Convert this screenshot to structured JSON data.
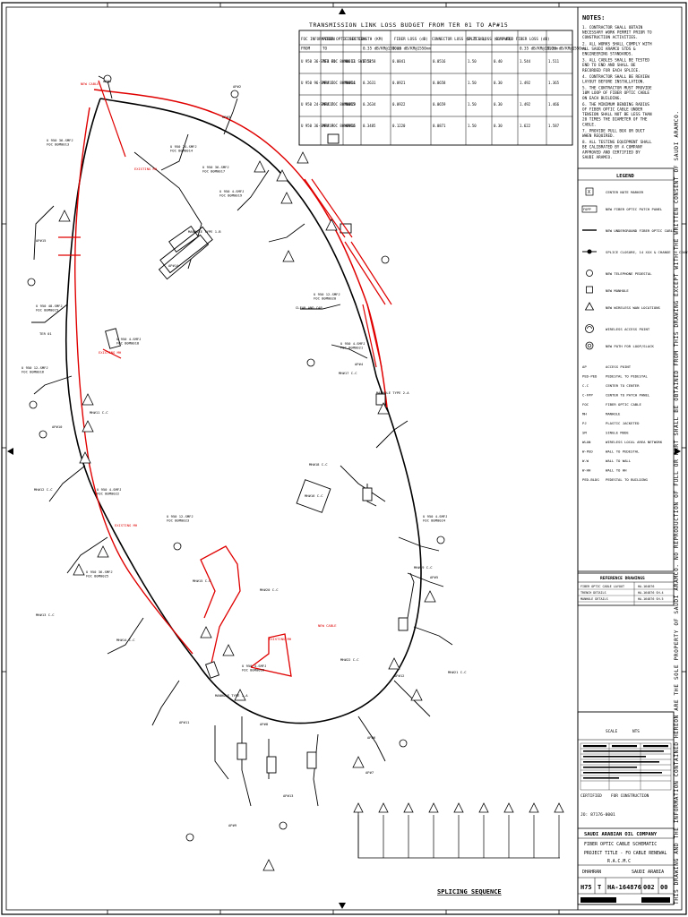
{
  "budget": {
    "title": "TRANSMISSION LINK LOSS BUDGET FROM TER 01 TO AP#15",
    "headers": [
      "FOC INFORMATION",
      "FIBER OPTIC SECTION",
      "FIBER LENGTH (KM)",
      "FIBER LOSS (dB)",
      "CONNECTOR LOSS (0.75 dB)",
      "SPLICE LOSS (0.1 dB)",
      "COMPUTED FIBER LOSS (dB)"
    ],
    "subheaders": [
      "FROM",
      "TO",
      "0.35 dB/KM@1310nm",
      "0.25 dB/KM@1550nm",
      "0.35 dB/KM@1310nm",
      "0.25 dB/KM@1550nm"
    ],
    "rows": [
      [
        "U 950 36-SMFJ FOC 80M0013",
        "TER 01",
        "HH 11 SWITCH",
        "0.5258",
        "0.0841",
        "0.0516",
        "1.50",
        "0.40",
        "1.544",
        "1.511"
      ],
      [
        "U 950 96-SMFJ FOC 80M0014",
        "MH#11",
        "MH#11",
        "0.2631",
        "0.0921",
        "0.0658",
        "1.50",
        "0.30",
        "1.492",
        "1.365"
      ],
      [
        "U 950 24-SMFJ FOC 80M0015",
        "MH#22",
        "MH#19",
        "0.2634",
        "0.0922",
        "0.0659",
        "1.50",
        "0.30",
        "1.492",
        "1.466"
      ],
      [
        "U 950 36-SMFJ FOC 80M0016",
        "MH#19",
        "AP#15",
        "0.3485",
        "0.1220",
        "0.0871",
        "1.50",
        "0.30",
        "1.622",
        "1.587"
      ]
    ]
  },
  "notes": {
    "title": "NOTES:",
    "items": [
      "1. CONTRACTOR SHALL OBTAIN NECESSARY WORK PERMIT PRIOR TO CONSTRUCTION ACTIVITIES.",
      "2. ALL WORKS SHALL COMPLY WITH ALL SAUDI ARAMCO STDS & ENGINEERING STANDARDS.",
      "3. ALL CABLES SHALL BE TESTED END TO END AND SHALL BE RECORDED FOR EACH SPLICE.",
      "4. CONTRACTOR SHALL BE REVIEW LAYOUT BEFORE INSTALLATION.",
      "5. THE CONTRACTOR MUST PROVIDE 10M LOOP OF FIBER OPTIC CABLE ON EACH BUILDING.",
      "6. THE MINIMUM BENDING RADIUS OF FIBER OPTIC CABLE UNDER TENSION SHALL NOT BE LESS THAN 20 TIMES THE DIAMETER OF THE CABLE.",
      "7. PROVIDE PULL BOX OR DUCT WHEN REQUIRED.",
      "8. ALL TESTING EQUIPMENT SHALL BE CALIBRATED BY A COMPANY APPROVED AND CERTIFIED BY SAUDI ARAMCO."
    ]
  },
  "legend": {
    "title": "LEGEND",
    "items": [
      {
        "sym": "X",
        "text": "CENTER NOTE MARKER"
      },
      {
        "sym": "FOPP",
        "text": "NEW FIBER OPTIC PATCH PANEL"
      },
      {
        "sym": "line",
        "text": "NEW UNDERGROUND FIBER OPTIC CABLE"
      },
      {
        "sym": "splice",
        "text": "SPLICE CLOSURE, 14 XXX & CHANGE IN COUNT"
      },
      {
        "sym": "circle",
        "text": "NEW TELEPHONE PEDESTAL"
      },
      {
        "sym": "square",
        "text": "NEW MANHOLE"
      },
      {
        "sym": "tri",
        "text": "NEW WIRELESS WAN LOCATIONS"
      },
      {
        "sym": "ap",
        "text": "WIRELESS ACCESS POINT"
      },
      {
        "sym": "loop",
        "text": "NEW PATH FOR LOOP/SLACK"
      }
    ],
    "abbr": [
      [
        "AP",
        "ACCESS POINT"
      ],
      [
        "PED-PED",
        "PEDESTAL TO PEDESTAL"
      ],
      [
        "C-C",
        "CENTER TO CENTER"
      ],
      [
        "C-FPP",
        "CENTER TO PATCH PANEL"
      ],
      [
        "FOC",
        "FIBER OPTIC CABLE"
      ],
      [
        "MH",
        "MANHOLE"
      ],
      [
        "PJ",
        "PLASTIC JACKETED"
      ],
      [
        "SM",
        "SINGLE MODE"
      ],
      [
        "WLAN",
        "WIRELESS LOCAL AREA NETWORK"
      ],
      [
        "W-PED",
        "WALL TO PEDESTAL"
      ],
      [
        "W-W",
        "WALL TO WALL"
      ],
      [
        "W-HH",
        "WALL TO HH"
      ],
      [
        "PED-BLDG",
        "PEDESTAL TO BUILDING"
      ]
    ]
  },
  "references": {
    "title": "REFERENCE DRAWINGS",
    "rows": [
      [
        "FIBER OPTIC CABLE LAYOUT",
        "HA-164876"
      ],
      [
        "TRENCH DETAILS",
        "HA-164876 SH.4"
      ],
      [
        "MANHOLE DETAILS",
        "HA-164876 SH.5"
      ]
    ]
  },
  "titleblock": {
    "company": "SAUDI ARABIAN OIL COMPANY",
    "drawing_title": "FIBER OPTIC CABLE SCHEMATIC",
    "project": "PROJECT TITLE - FO CABLE RENEWAL",
    "subtitle": "R.A.C.M.C",
    "location_left": "DHAHRAN",
    "location_right": "SAUDI ARABIA",
    "plant": "H75",
    "index": "T",
    "dwg_no": "HA-164876",
    "sheet": "002",
    "rev": "00",
    "scale_label": "SCALE",
    "scale": "NTS",
    "cert_label": "CERTIFIED",
    "cert": "FOR CONSTRUCTION",
    "jo": "JO: 87176-0001"
  },
  "diagram": {
    "splicing_label": "SPLICING SEQUENCE",
    "sequence_count": 9,
    "side_text": "THIS DRAWING AND THE INFORMATION CONTAINED HEREON ARE THE SOLE PROPERTY OF SAUDI ARAMCO. NO REPRODUCTION OF FULL OR PART SHALL BE OBTAINED FROM THIS DRAWING EXCEPT WITH THE WRITTEN CONSENT OF SAUDI ARAMCO.",
    "labels_black": [
      "U 950 36-SMFJ FOC 80M0013",
      "U 950 24-SMFJ FOC 80M0014",
      "U 950 48-SMFJ FOC 80M0015",
      "U 950 12-SMFJ FOC 80M0016",
      "U 950 36-SMFJ FOC 80M0017",
      "U 950 4-SMFJ FOC 80M0018",
      "U 950 4-SMFJ FOC 80M0019",
      "U 950 12-SMFJ FOC 80M0020",
      "U 950 4-SMFJ FOC 80M0021",
      "U 950 4-SMFJ FOC 80M0022",
      "U 950 12-SMFJ FOC 80M0023",
      "U 950 4-SMFJ FOC 80M0024",
      "U 950 36-SMFJ FOC 80M0025",
      "U 950 4-SMFJ FOC 80M0026",
      "MANHOLE TYPE 1-B",
      "MANHOLE TYPE 2-A",
      "MANHOLE TYPE 1-A",
      "CLEAR AND CAP",
      "AP#1",
      "AP#2",
      "AP#3",
      "AP#4",
      "AP#5",
      "AP#6",
      "AP#7",
      "AP#8",
      "AP#9",
      "AP#10",
      "AP#11",
      "AP#12",
      "AP#13",
      "AP#14",
      "AP#15",
      "TER 01",
      "MH#11 C-C",
      "MH#12 C-C",
      "MH#13 C-C",
      "MH#14 C-C",
      "MH#15 C-C",
      "MH#16 C-C",
      "MH#17 C-C",
      "MH#18 C-C",
      "MH#19 C-C",
      "MH#20 C-C",
      "MH#21 C-C",
      "MH#22 C-C"
    ],
    "labels_red": [
      "EXISTING MH",
      "EXISTING MH",
      "EXISTING MH",
      "EXISTING MH",
      "NEW CABLE",
      "NEW CABLE"
    ]
  }
}
